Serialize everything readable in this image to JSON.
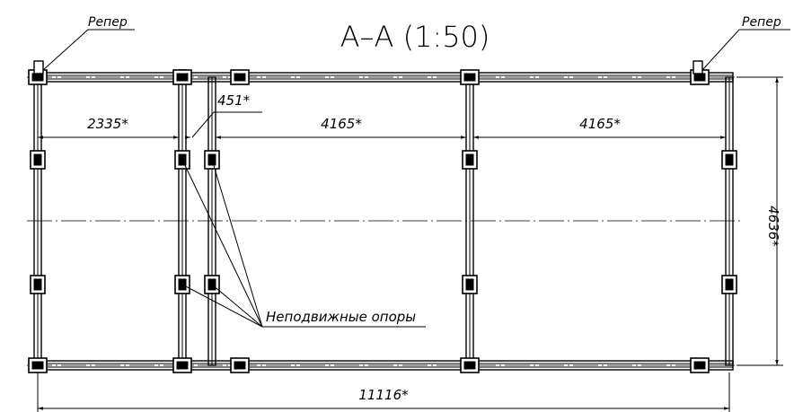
{
  "title": "А–А (1:50)",
  "benchmarks": {
    "left_label": "Репер",
    "right_label": "Репер"
  },
  "dimensions": {
    "bay_1": "2335*",
    "gap": "451*",
    "bay_2": "4165*",
    "bay_3": "4165*",
    "overall_length": "11116*",
    "overall_width": "4636*"
  },
  "callout": {
    "fixed_supports": "Неподвижные опоры"
  }
}
